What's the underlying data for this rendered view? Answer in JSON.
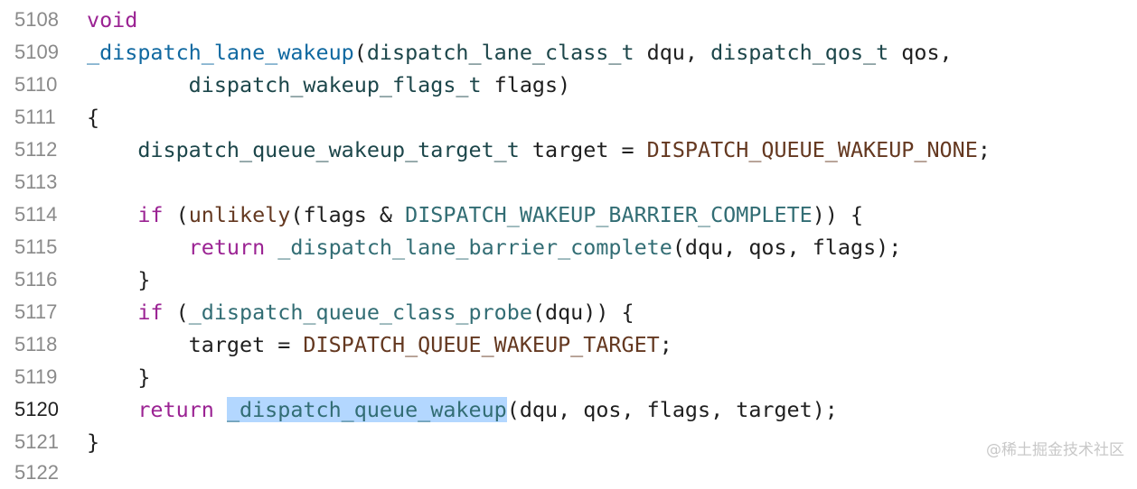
{
  "editor": {
    "lines": [
      {
        "num": "5108"
      },
      {
        "num": "5109"
      },
      {
        "num": "5110"
      },
      {
        "num": "5111"
      },
      {
        "num": "5112"
      },
      {
        "num": "5113"
      },
      {
        "num": "5114"
      },
      {
        "num": "5115"
      },
      {
        "num": "5116"
      },
      {
        "num": "5117"
      },
      {
        "num": "5118"
      },
      {
        "num": "5119"
      },
      {
        "num": "5120"
      },
      {
        "num": "5121"
      },
      {
        "num": "5122"
      }
    ],
    "current_line": "5120",
    "tokens": {
      "l5108_void": "void",
      "l5109_fn": "_dispatch_lane_wakeup",
      "l5109_p1": "(",
      "l5109_t1": "dispatch_lane_class_t",
      "l5109_p2": " dqu, ",
      "l5109_t2": "dispatch_qos_t",
      "l5109_p3": " qos,",
      "l5110_indent": "        ",
      "l5110_t1": "dispatch_wakeup_flags_t",
      "l5110_p1": " flags)",
      "l5111_brace": "{",
      "l5112_indent": "    ",
      "l5112_t1": "dispatch_queue_wakeup_target_t",
      "l5112_p1": " target = ",
      "l5112_m1": "DISPATCH_QUEUE_WAKEUP_NONE",
      "l5112_p2": ";",
      "l5114_indent": "    ",
      "l5114_kw": "if",
      "l5114_p1": " (",
      "l5114_fn": "unlikely",
      "l5114_p2": "(flags & ",
      "l5114_m1": "DISPATCH_WAKEUP_BARRIER_COMPLETE",
      "l5114_p3": ")) {",
      "l5115_indent": "        ",
      "l5115_kw": "return",
      "l5115_sp": " ",
      "l5115_fn": "_dispatch_lane_barrier_complete",
      "l5115_p1": "(dqu, qos, flags);",
      "l5116_text": "    }",
      "l5117_indent": "    ",
      "l5117_kw": "if",
      "l5117_p1": " (",
      "l5117_fn": "_dispatch_queue_class_probe",
      "l5117_p2": "(dqu)) {",
      "l5118_indent": "        ",
      "l5118_p1": "target = ",
      "l5118_m1": "DISPATCH_QUEUE_WAKEUP_TARGET",
      "l5118_p2": ";",
      "l5119_text": "    }",
      "l5120_indent": "    ",
      "l5120_kw": "return",
      "l5120_sp": " ",
      "l5120_fn": "_dispatch_queue_wakeup",
      "l5120_p1": "(dqu, qos, flags, target);",
      "l5121_brace": "}"
    }
  },
  "watermark": "@稀土掘金技术社区"
}
